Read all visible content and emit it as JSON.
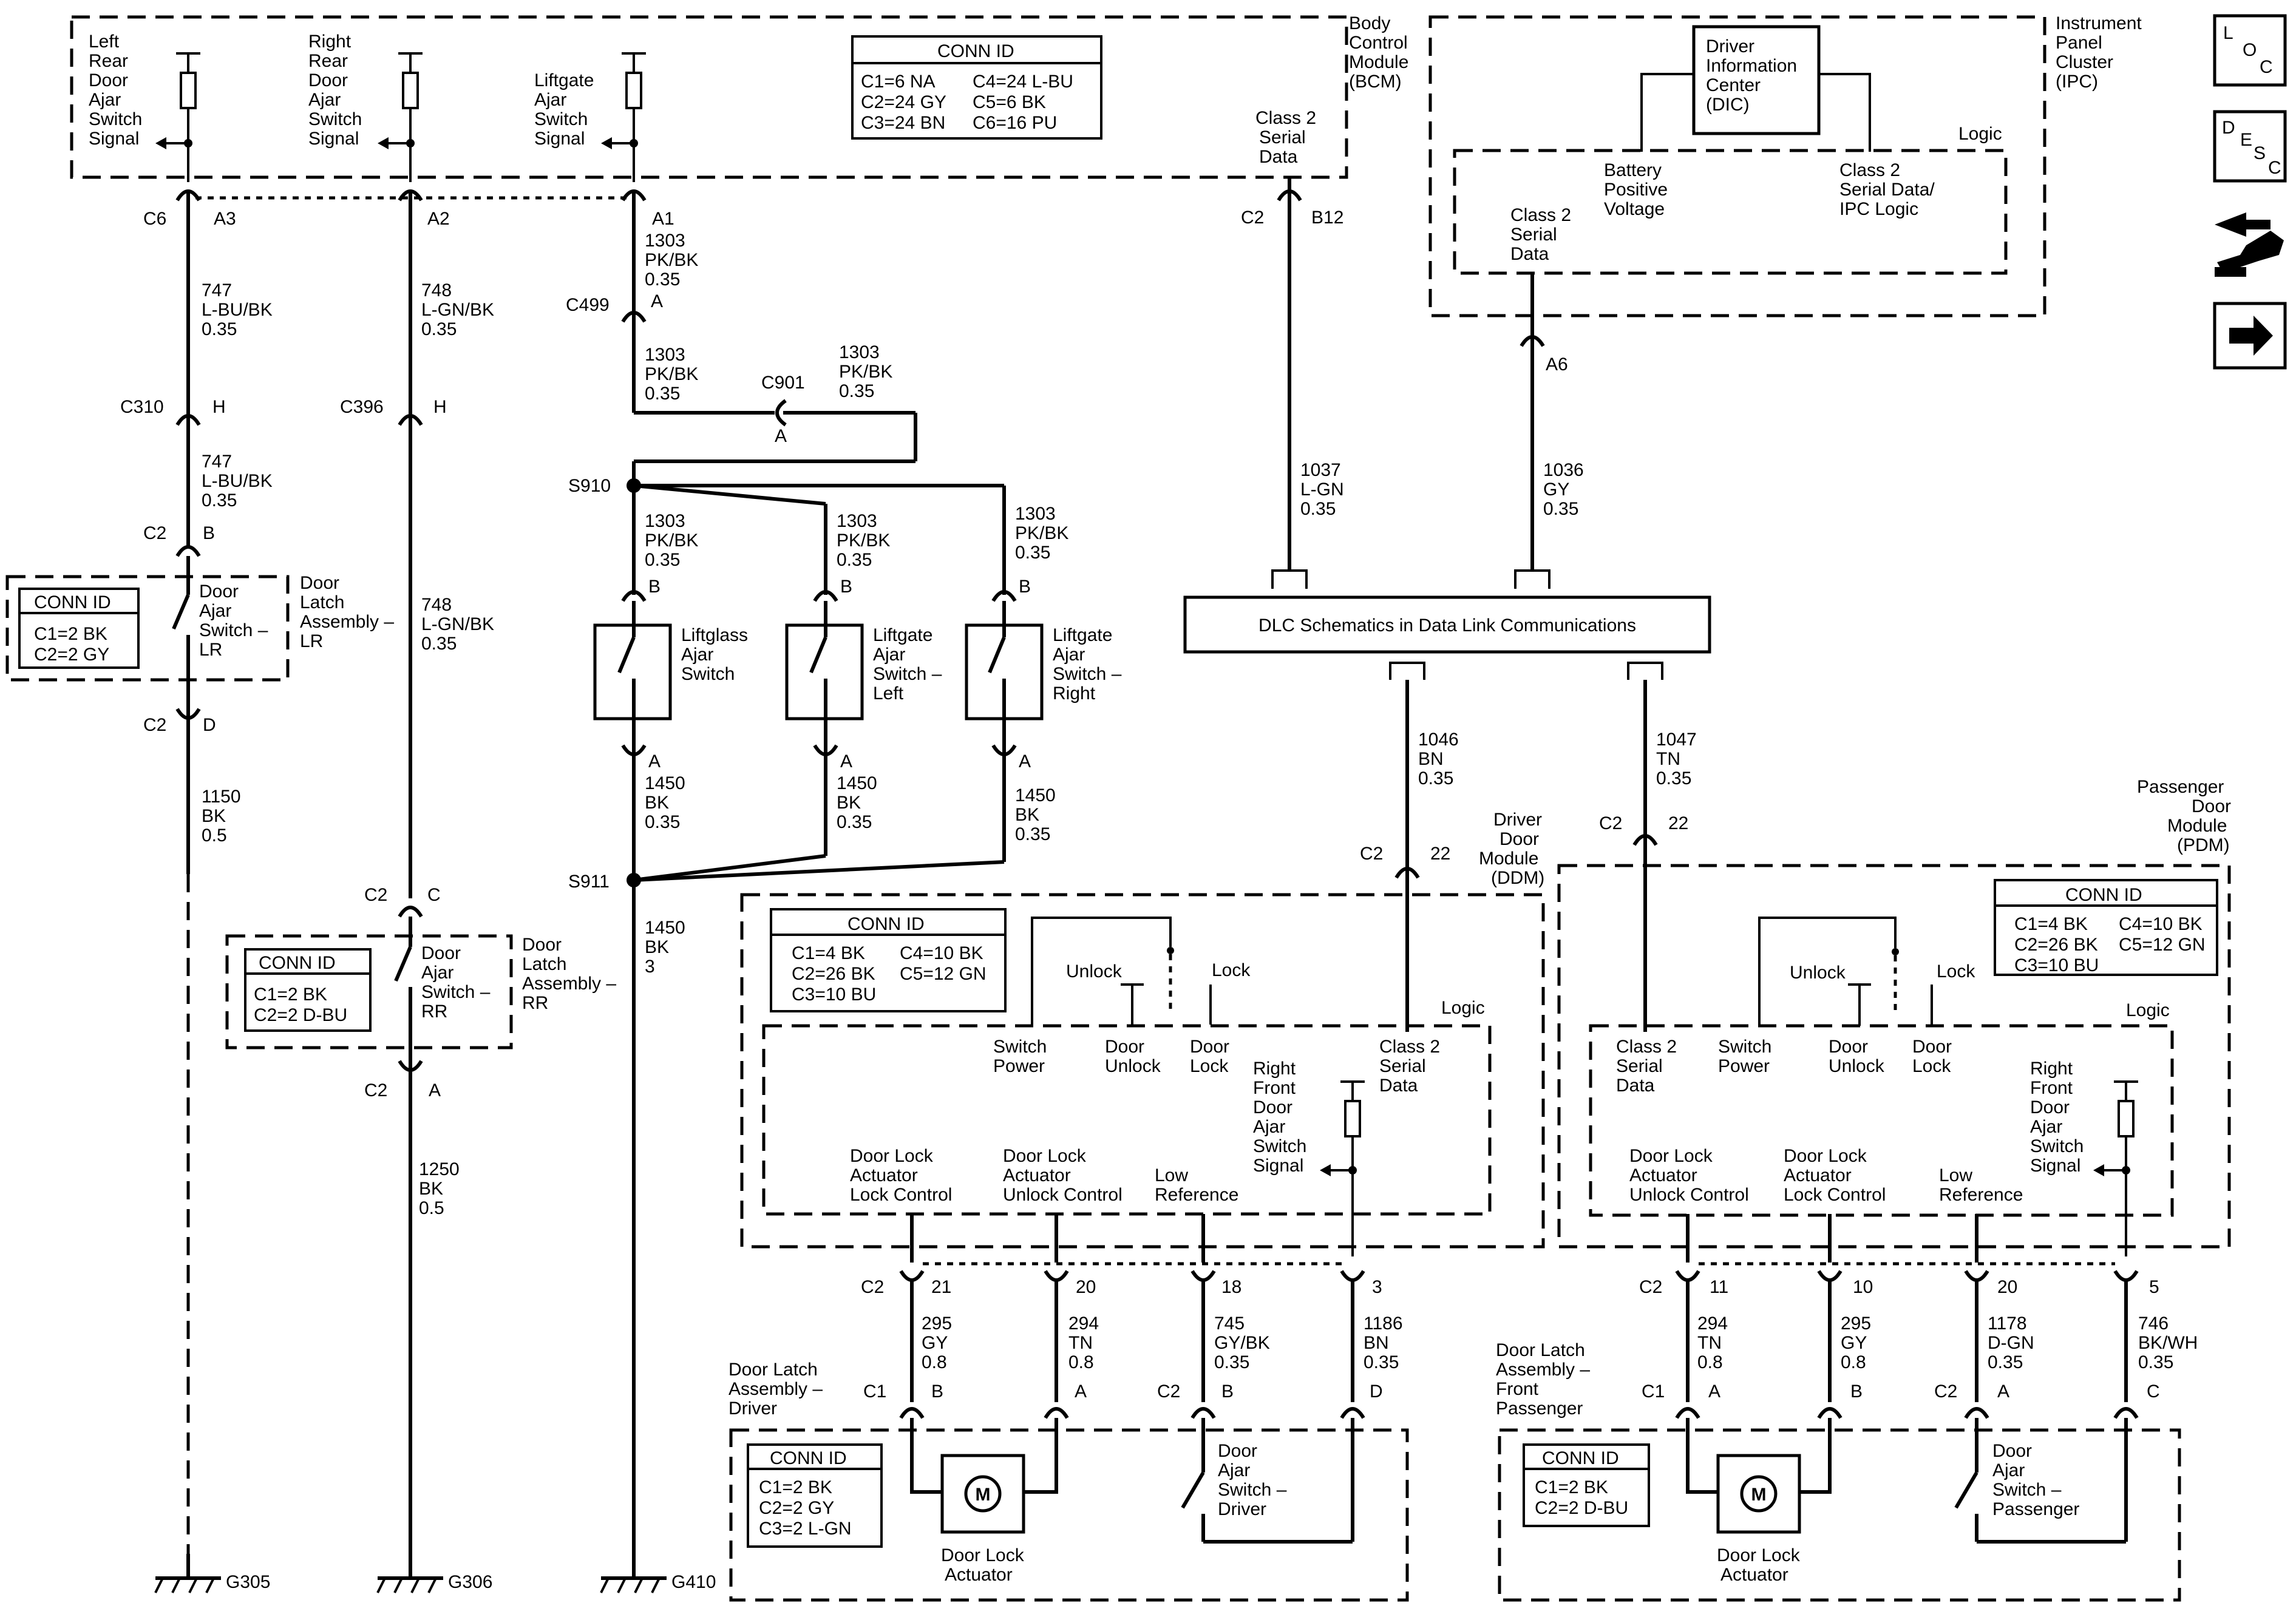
{
  "modules": {
    "bcm": {
      "title": [
        "Body",
        "Control",
        "Module",
        "(BCM)"
      ]
    },
    "ipc": {
      "title": [
        "Instrument",
        "Panel",
        "Cluster",
        "(IPC)"
      ]
    },
    "ddm": {
      "title": [
        "Driver",
        "Door",
        "Module",
        "(DDM)"
      ]
    },
    "pdm": {
      "title": [
        "Passenger",
        "Door",
        "Module",
        "(PDM)"
      ]
    }
  },
  "conn_ids": {
    "header": "CONN ID",
    "bcm": [
      "C1=6 NA",
      "C4=24 L-BU",
      "C2=24 GY",
      "C5=6 BK",
      "C3=24 BN",
      "C6=16 PU"
    ],
    "lr_latch": [
      "C1=2 BK",
      "C2=2 GY"
    ],
    "rr_latch": [
      "C1=2 BK",
      "C2=2 D-BU"
    ],
    "ddm": [
      "C1=4 BK",
      "C4=10 BK",
      "C2=26 BK",
      "C5=12 GN",
      "C3=10 BU"
    ],
    "pdm": [
      "C1=4 BK",
      "C4=10 BK",
      "C2=26 BK",
      "C5=12 GN",
      "C3=10 BU"
    ],
    "driver_latch": [
      "C1=2 BK",
      "C2=2 GY",
      "C3=2 L-GN"
    ],
    "fp_latch": [
      "C1=2 BK",
      "C2=2 D-BU"
    ]
  },
  "bcm_signals": [
    [
      "Left",
      "Rear",
      "Door",
      "Ajar",
      "Switch",
      "Signal"
    ],
    [
      "Right",
      "Rear",
      "Door",
      "Ajar",
      "Switch",
      "Signal"
    ],
    [
      "Liftgate",
      "Ajar",
      "Switch",
      "Signal"
    ]
  ],
  "bcm_class2": [
    "Class 2",
    "Serial",
    "Data"
  ],
  "ipc_dic": [
    "Driver",
    "Information",
    "Center",
    "(DIC)"
  ],
  "ipc_logic": "Logic",
  "ipc_batt": [
    "Battery",
    "Positive",
    "Voltage"
  ],
  "ipc_class2_logic": [
    "Class 2",
    "Serial Data/",
    "IPC Logic"
  ],
  "ipc_class2": [
    "Class 2",
    "Serial",
    "Data"
  ],
  "dlc": "DLC Schematics in Data Link Communications",
  "wires": {
    "w747a": [
      "747",
      "L-BU/BK",
      "0.35"
    ],
    "w747b": [
      "747",
      "L-BU/BK",
      "0.35"
    ],
    "w748a": [
      "748",
      "L-GN/BK",
      "0.35"
    ],
    "w748b": [
      "748",
      "L-GN/BK",
      "0.35"
    ],
    "w1303a": [
      "1303",
      "PK/BK",
      "0.35"
    ],
    "w1303b": [
      "1303",
      "PK/BK",
      "0.35"
    ],
    "w1303c": [
      "1303",
      "PK/BK",
      "0.35"
    ],
    "w1303d": [
      "1303",
      "PK/BK",
      "0.35"
    ],
    "w1303e": [
      "1303",
      "PK/BK",
      "0.35"
    ],
    "w1303f": [
      "1303",
      "PK/BK",
      "0.35"
    ],
    "w1450a": [
      "1450",
      "BK",
      "0.35"
    ],
    "w1450b": [
      "1450",
      "BK",
      "0.35"
    ],
    "w1450c": [
      "1450",
      "BK",
      "0.35"
    ],
    "w1450d": [
      "1450",
      "BK",
      "3"
    ],
    "w1150": [
      "1150",
      "BK",
      "0.5"
    ],
    "w1250": [
      "1250",
      "BK",
      "0.5"
    ],
    "w1037": [
      "1037",
      "L-GN",
      "0.35"
    ],
    "w1036": [
      "1036",
      "GY",
      "0.35"
    ],
    "w1046": [
      "1046",
      "BN",
      "0.35"
    ],
    "w1047": [
      "1047",
      "TN",
      "0.35"
    ],
    "w295d": [
      "295",
      "GY",
      "0.8"
    ],
    "w294d": [
      "294",
      "TN",
      "0.8"
    ],
    "w745": [
      "745",
      "GY/BK",
      "0.35"
    ],
    "w1186": [
      "1186",
      "BN",
      "0.35"
    ],
    "w294p": [
      "294",
      "TN",
      "0.8"
    ],
    "w295p": [
      "295",
      "GY",
      "0.8"
    ],
    "w1178": [
      "1178",
      "D-GN",
      "0.35"
    ],
    "w746": [
      "746",
      "BK/WH",
      "0.35"
    ]
  },
  "connectors": {
    "c6": "C6",
    "a3": "A3",
    "a2": "A2",
    "a1": "A1",
    "c2_bcm": "C2",
    "b12": "B12",
    "c499": "C499",
    "c499a": "A",
    "c901": "C901",
    "c901a": "A",
    "c310": "C310",
    "c310h": "H",
    "c396": "C396",
    "c396h": "H",
    "a6": "A6",
    "s910": "S910",
    "s911": "S911",
    "lr_c2b": "C2",
    "lr_b": "B",
    "lr_c2d": "C2",
    "lr_d": "D",
    "rr_c2c": "C2",
    "rr_c": "C",
    "rr_c2a": "C2",
    "rr_a": "A",
    "lg_b1": "B",
    "lg_b2": "B",
    "lg_b3": "B",
    "lg_a1": "A",
    "lg_a2": "A",
    "lg_a3": "A",
    "ddm_c2": "C2",
    "ddm_22": "22",
    "pdm_c2": "C2",
    "pdm_22": "22",
    "dd_c2": "C2",
    "dd_21": "21",
    "dd_20": "20",
    "dd_18": "18",
    "dd_3": "3",
    "pd_c2": "C2",
    "pd_11": "11",
    "pd_10": "10",
    "pd_20": "20",
    "pd_5": "5",
    "dl_c1": "C1",
    "dl_b": "B",
    "dl_a": "A",
    "dl_c2": "C2",
    "dl_b2": "B",
    "dl_d": "D",
    "fl_c1": "C1",
    "fl_a": "A",
    "fl_b": "B",
    "fl_c2": "C2",
    "fl_a2": "A",
    "fl_c": "C"
  },
  "components": {
    "lr_switch": [
      "Door",
      "Ajar",
      "Switch –",
      "LR"
    ],
    "lr_latch": [
      "Door",
      "Latch",
      "Assembly –",
      "LR"
    ],
    "rr_switch": [
      "Door",
      "Ajar",
      "Switch –",
      "RR"
    ],
    "rr_latch": [
      "Door",
      "Latch",
      "Assembly –",
      "RR"
    ],
    "liftglass": [
      "Liftglass",
      "Ajar",
      "Switch"
    ],
    "lg_left": [
      "Liftgate",
      "Ajar",
      "Switch –",
      "Left"
    ],
    "lg_right": [
      "Liftgate",
      "Ajar",
      "Switch –",
      "Right"
    ]
  },
  "ddm": {
    "unlock": "Unlock",
    "lock": "Lock",
    "logic": "Logic",
    "switch_power": [
      "Switch",
      "Power"
    ],
    "door_unlock": [
      "Door",
      "Unlock"
    ],
    "door_lock": [
      "Door",
      "Lock"
    ],
    "class2": [
      "Class 2",
      "Serial",
      "Data"
    ],
    "rf_signal": [
      "Right",
      "Front",
      "Door",
      "Ajar",
      "Switch",
      "Signal"
    ],
    "lock_ctrl": [
      "Door Lock",
      "Actuator",
      "Lock Control"
    ],
    "unlock_ctrl": [
      "Door Lock",
      "Actuator",
      "Unlock Control"
    ],
    "low_ref": [
      "Low",
      "Reference"
    ]
  },
  "pdm": {
    "unlock": "Unlock",
    "lock": "Lock",
    "logic": "Logic",
    "class2": [
      "Class 2",
      "Serial",
      "Data"
    ],
    "switch_power": [
      "Switch",
      "Power"
    ],
    "door_unlock": [
      "Door",
      "Unlock"
    ],
    "door_lock": [
      "Door",
      "Lock"
    ],
    "rf_signal": [
      "Right",
      "Front",
      "Door",
      "Ajar",
      "Switch",
      "Signal"
    ],
    "unlock_ctrl": [
      "Door Lock",
      "Actuator",
      "Unlock Control"
    ],
    "lock_ctrl": [
      "Door Lock",
      "Actuator",
      "Lock Control"
    ],
    "low_ref": [
      "Low",
      "Reference"
    ]
  },
  "driver_latch": {
    "title": [
      "Door Latch",
      "Assembly –",
      "Driver"
    ],
    "motor": "M",
    "actuator": [
      "Door Lock",
      "Actuator"
    ],
    "switch": [
      "Door",
      "Ajar",
      "Switch –",
      "Driver"
    ]
  },
  "fp_latch": {
    "title": [
      "Door Latch",
      "Assembly –",
      "Front",
      "Passenger"
    ],
    "motor": "M",
    "actuator": [
      "Door Lock",
      "Actuator"
    ],
    "switch": [
      "Door",
      "Ajar",
      "Switch –",
      "Passenger"
    ]
  },
  "grounds": [
    "G305",
    "G306",
    "G410"
  ],
  "nav": {
    "loc": [
      "L",
      "O",
      "C"
    ],
    "desc": [
      "D",
      "E",
      "S",
      "C"
    ]
  }
}
